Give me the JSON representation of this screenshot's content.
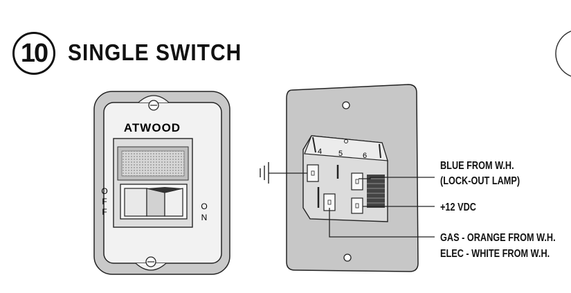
{
  "header": {
    "number": "10",
    "title": "SINGLE SWITCH"
  },
  "front": {
    "brand": "ATWOOD",
    "off_label": [
      "O",
      "F",
      "F"
    ],
    "on_label": [
      "O",
      "N"
    ]
  },
  "rear": {
    "terminal_numbers": [
      "4",
      "5",
      "6"
    ],
    "callouts": {
      "blue_line1": "BLUE FROM W.H.",
      "blue_line2": "(LOCK-OUT LAMP)",
      "power": "+12 VDC",
      "gas_line": "GAS - ORANGE FROM W.H.",
      "elec_line": "ELEC - WHITE FROM W.H."
    }
  },
  "icons": [
    "ground-symbol-icon",
    "screw-icon"
  ]
}
